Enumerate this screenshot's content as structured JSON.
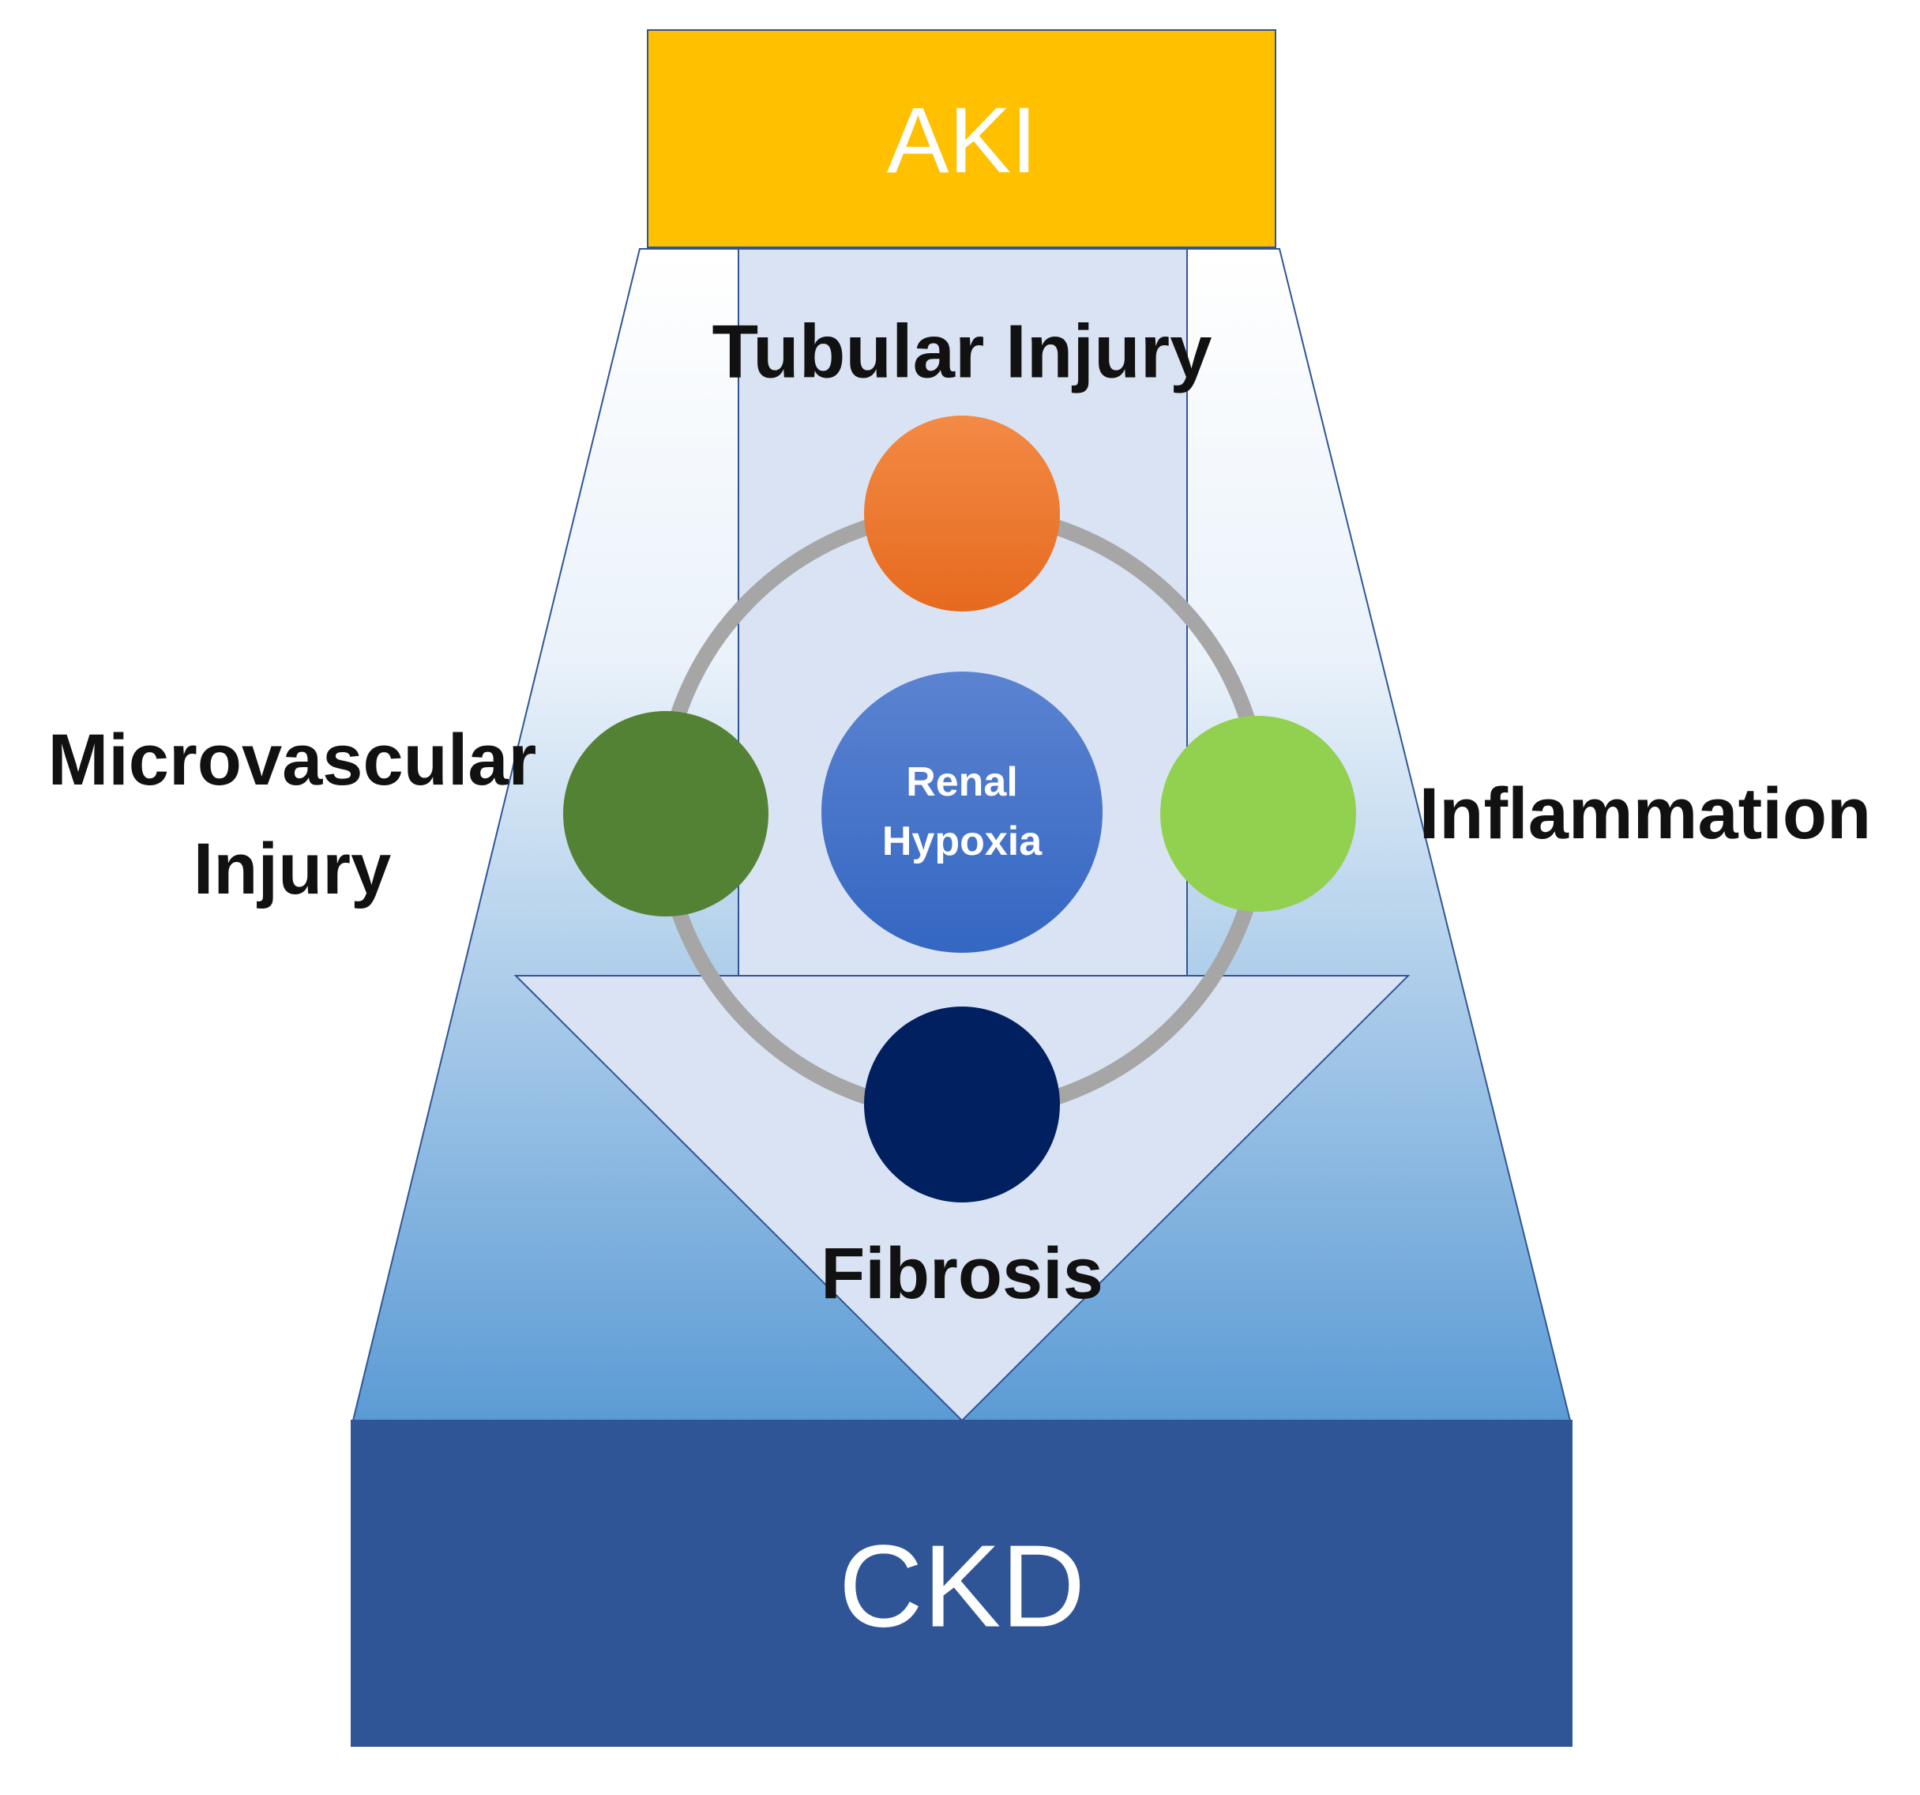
{
  "top_box": {
    "label": "AKI",
    "color": "#FFC000"
  },
  "bottom_box": {
    "label": "CKD",
    "color": "#2F5597"
  },
  "center_node": {
    "line1": "Renal",
    "line2": "Hypoxia",
    "color": "#4472C4"
  },
  "nodes": {
    "tubular": {
      "label": "Tubular Injury",
      "color": "#ED7D31"
    },
    "microvascular": {
      "line1": "Microvascular",
      "line2": "Injury",
      "color": "#548235"
    },
    "inflammation": {
      "label": "Inflammation",
      "color": "#92D050"
    },
    "fibrosis": {
      "label": "Fibrosis",
      "color": "#002060"
    }
  },
  "colors": {
    "funnel_top": "#FFFFFF",
    "funnel_bottom": "#5B9BD5",
    "column_fill": "#DAE3F3",
    "column_stroke": "#2F5597",
    "cycle_ring": "#A6A6A6"
  }
}
